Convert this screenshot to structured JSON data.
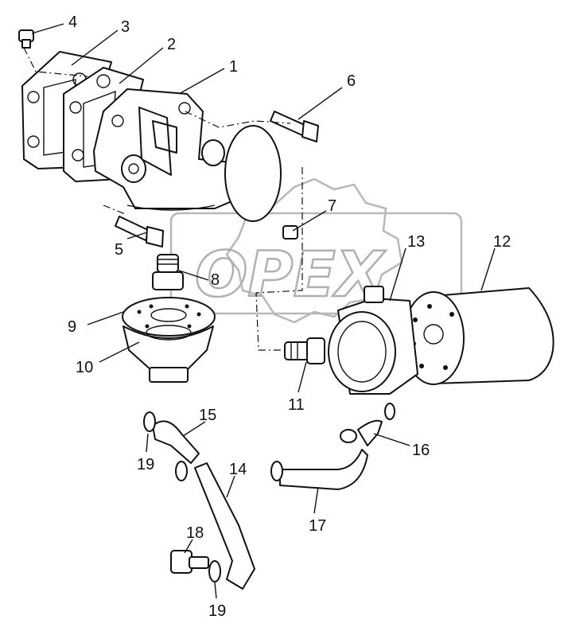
{
  "watermark": {
    "brand": "OPEX"
  },
  "callouts": [
    {
      "id": "4",
      "label": "4"
    },
    {
      "id": "3",
      "label": "3"
    },
    {
      "id": "2",
      "label": "2"
    },
    {
      "id": "1",
      "label": "1"
    },
    {
      "id": "6",
      "label": "6"
    },
    {
      "id": "7",
      "label": "7"
    },
    {
      "id": "5",
      "label": "5"
    },
    {
      "id": "8",
      "label": "8"
    },
    {
      "id": "13",
      "label": "13"
    },
    {
      "id": "12",
      "label": "12"
    },
    {
      "id": "9",
      "label": "9"
    },
    {
      "id": "10",
      "label": "10"
    },
    {
      "id": "11",
      "label": "11"
    },
    {
      "id": "15",
      "label": "15"
    },
    {
      "id": "16",
      "label": "16"
    },
    {
      "id": "19a",
      "label": "19"
    },
    {
      "id": "14",
      "label": "14"
    },
    {
      "id": "17",
      "label": "17"
    },
    {
      "id": "18",
      "label": "18"
    },
    {
      "id": "19b",
      "label": "19"
    }
  ]
}
